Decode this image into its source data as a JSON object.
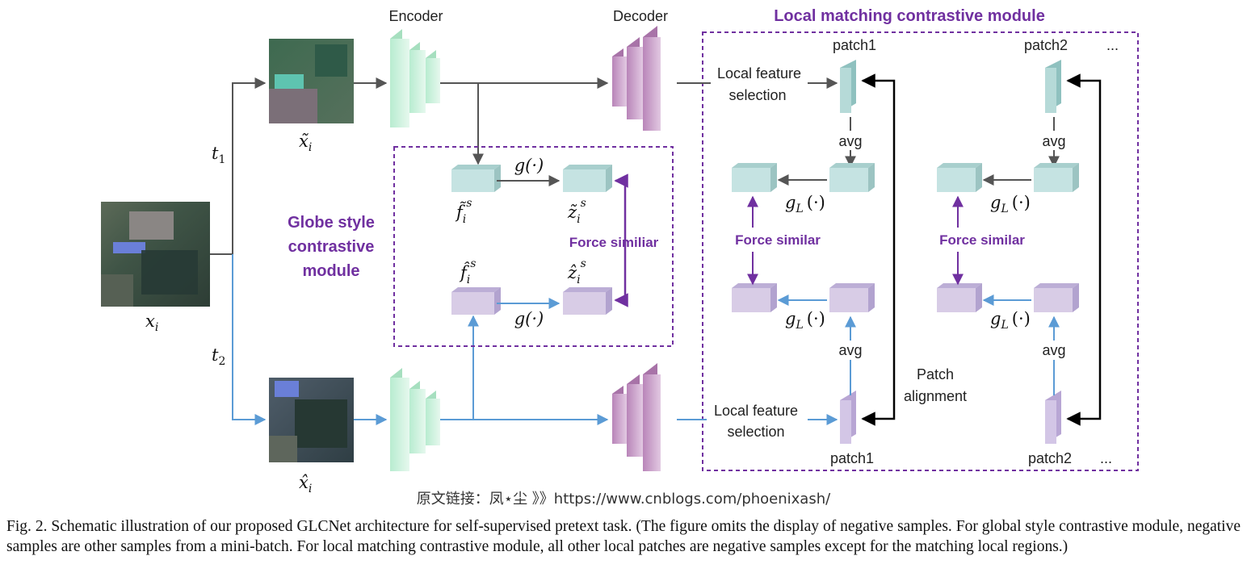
{
  "labels": {
    "encoder": "Encoder",
    "decoder": "Decoder",
    "local_module_title": "Local matching contrastive module",
    "globe_module_title_1": "Globe style",
    "globe_module_title_2": "contrastive",
    "globe_module_title_3": "module",
    "t1": "t",
    "t1_sub": "1",
    "t2": "t",
    "t2_sub": "2",
    "x_i": "x",
    "x_i_sub": "i",
    "x_tilde": "x̃",
    "x_tilde_sub": "i",
    "x_hat": "x̂",
    "x_hat_sub": "i",
    "f_tilde": "f̃",
    "f_hat": "f̂",
    "z_tilde": "z̃",
    "z_hat": "ẑ",
    "sub_i": "i",
    "sup_s": "s",
    "g": "g(·)",
    "gL_g": "g",
    "gL_sub": "L",
    "gL_arg": "(·)",
    "force_similar": "Force similiar",
    "force_similar_local": "Force similar",
    "patch1": "patch1",
    "patch2": "patch2",
    "ellipsis": "...",
    "avg": "avg",
    "local_feature_1": "Local feature",
    "local_feature_2": "selection",
    "patch_alignment_1": "Patch",
    "patch_alignment_2": "alignment"
  },
  "source_line": "原文链接：凤⋆尘 》》https://www.cnblogs.com/phoenixash/",
  "caption": "Fig. 2.  Schematic illustration of our proposed GLCNet architecture for self-supervised pretext task. (The figure omits the display of negative samples. For global style contrastive module, negative samples are other samples from a mini-batch. For local matching contrastive module, all other local patches are negative samples except for the matching local regions.)",
  "colors": {
    "purple": "#7030a0",
    "blue_arrow": "#5b9bd5",
    "gray_arrow": "#555555",
    "teal_box": "#c5e3e2",
    "lavender_box": "#d8cce6",
    "encoder_green": "#c6efd6",
    "decoder_purple": "#c8a0c8"
  }
}
